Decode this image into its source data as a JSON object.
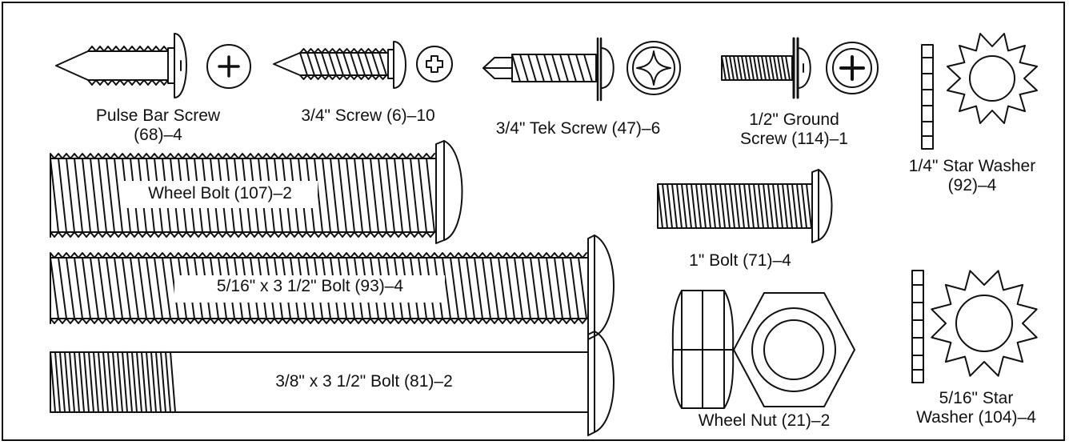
{
  "colors": {
    "ink": "#111111",
    "paper": "#ffffff"
  },
  "parts": {
    "pulse_bar_screw": {
      "line1": "Pulse Bar Screw",
      "line2": "(68)–4"
    },
    "screw_34": {
      "line1": "3/4\" Screw (6)–10"
    },
    "tek_screw": {
      "line1": "3/4\" Tek Screw (47)–6"
    },
    "ground_screw": {
      "line1": "1/2\" Ground",
      "line2": "Screw (114)–1"
    },
    "star_washer_14": {
      "line1": "1/4\" Star Washer",
      "line2": "(92)–4"
    },
    "wheel_bolt": {
      "line1": "Wheel Bolt (107)–2"
    },
    "bolt_1in": {
      "line1": "1\" Bolt (71)–4"
    },
    "bolt_516": {
      "line1": "5/16\" x 3 1/2\" Bolt (93)–4"
    },
    "bolt_38": {
      "line1": "3/8\" x 3 1/2\" Bolt (81)–2"
    },
    "wheel_nut": {
      "line1": "Wheel Nut (21)–2"
    },
    "star_washer_516": {
      "line1": "5/16\" Star",
      "line2": "Washer (104)–4"
    }
  }
}
